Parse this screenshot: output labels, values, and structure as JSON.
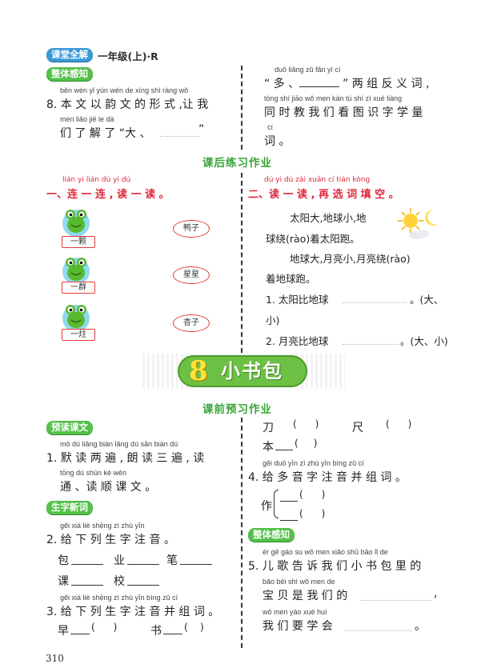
{
  "header": {
    "brand": "课堂全解",
    "grade": "一年级(上)·R"
  },
  "badges": {
    "whole_sense": "整体感知",
    "read_text": "预读课文",
    "new_words": "生字新词"
  },
  "left_top": {
    "q8_pinyin": "běn wén  yǐ  yùn wén de xíng shì    ràng wǒ",
    "q8_text": "8. 本 文 以 韵 文 的 形 式 ,让 我",
    "q8_pinyin2": "men liǎo jiě le    dà",
    "q8_text2": "们 了 解 了 “大 、",
    "q8_close": "”"
  },
  "right_top": {
    "pinyin1": "duō                    liǎng zǔ  fǎn  yì    cí",
    "text1_open": "“ 多 、",
    "text1_rest": "” 两 组 反 义 词 ,",
    "pinyin2": "tóng shí jiāo wǒ men kàn  tú  shí  zì  xué liàng",
    "text2": "同 时 教 我 们 看 图 识 字 学 量",
    "pinyin3": "cí",
    "text3": "词 。"
  },
  "homework": {
    "title": "课后练习作业",
    "q1_pinyin": "lián  yi  lián     dú  yi  dú",
    "q1_title": "一、连 一 连 , 读 一 读 。",
    "q2_pinyin": "dú  yi  dú     zài xuǎn  cí  tián kòng",
    "q2_title": "二、读 一 读 , 再 选 词 填 空 。",
    "frogs": [
      {
        "label": "一颗"
      },
      {
        "label": "一群"
      },
      {
        "label": "一炷"
      }
    ],
    "words": [
      "鸭子",
      "星星",
      "杏子"
    ],
    "poem1": "太阳大,地球小,地",
    "poem2": "球绕(rào)着太阳跑。",
    "poem3": "地球大,月亮小,月亮绕(rào)",
    "poem4": "着地球跑。",
    "fill1": "1. 太阳比地球",
    "fill1_end": "。(大、",
    "fill1_cont": "小)",
    "fill2": "2. 月亮比地球",
    "fill2_end": "。(大、小)"
  },
  "lesson": {
    "number": "8",
    "title": "小书包"
  },
  "preview": {
    "title": "课前预习作业",
    "q1_pinyin": "mò  dú liǎng biàn    lǎng dú sān biàn    dú",
    "q1_text": "1. 默 读 两 遍 , 朗 读 三 遍 , 读",
    "q1_pinyin2": "tōng    dú shùn kè wén",
    "q1_text2": "通 、读 顺 课 文 。",
    "q2_pinyin": "gěi xià liè  shēng  zì  zhù yīn",
    "q2_text": "2. 给 下 列  生  字 注 音 。",
    "q2_chars": [
      "包",
      "业",
      "笔",
      "课",
      "校"
    ],
    "q3_pinyin": "gěi xià liè  shēng  zì  zhù yīn bìng zǔ   cí",
    "q3_text": "3. 给 下 列  生  字 注 音 并 组 词 。",
    "q3_chars": [
      "早",
      "书"
    ],
    "r_chars": [
      "刀",
      "尺",
      "本"
    ],
    "q4_pinyin": "gěi duō yīn  zì  zhù yīn bìng zǔ   cí",
    "q4_text": "4. 给 多 音 字 注 音 并 组 词 。",
    "q4_char": "作",
    "q5_pinyin": "ér  gē  gào  su  wǒ men xiǎo shū bāo  lǐ   de",
    "q5_text": "5. 儿 歌 告 诉 我 们  小  书 包 里 的",
    "q5_pinyin2": "bǎo bèi shì wǒ men de",
    "q5_text2": "宝 贝 是 我 们 的",
    "q5_comma": ",",
    "q5_pinyin3": "wǒ men yào xué huì",
    "q5_text3": "我 们 要 学 会",
    "q5_period": "。"
  },
  "footer": {
    "page_number": "310"
  },
  "colors": {
    "green": "#55c04a",
    "blue": "#3c9ad6",
    "red": "#e0263a",
    "title_green": "#36a437"
  }
}
